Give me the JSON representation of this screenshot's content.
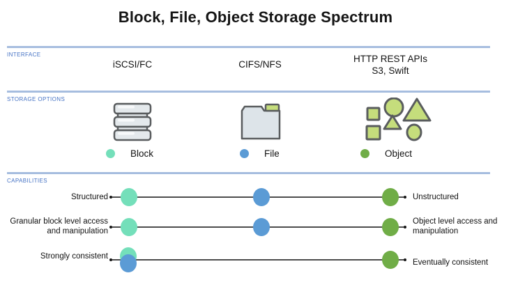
{
  "title": "Block, File, Object Storage Spectrum",
  "colors": {
    "rule": "#a6bddf",
    "section-label": "#4472c4",
    "block": "#74dfba",
    "file": "#5b9bd5",
    "object": "#70ad47",
    "line": "#4c4c4c",
    "shape-fill": "#c5dd7c",
    "shape-stroke": "#595c5e",
    "disk-fill": "#e4e9ec",
    "folder-fill": "#dde4e9"
  },
  "interface": {
    "label": "INTERFACE",
    "columns": [
      {
        "lines": [
          "iSCSI/FC"
        ]
      },
      {
        "lines": [
          "CIFS/NFS"
        ]
      },
      {
        "lines": [
          "HTTP REST APIs",
          "S3, Swift"
        ]
      }
    ]
  },
  "storage": {
    "label": "STORAGE OPTIONS",
    "icons": [
      {
        "name": "database-stack-icon",
        "for": "Block"
      },
      {
        "name": "folder-icon",
        "for": "File"
      },
      {
        "name": "shapes-cluster-icon",
        "for": "Object"
      }
    ],
    "legend": [
      {
        "label": "Block"
      },
      {
        "label": "File"
      },
      {
        "label": "Object"
      }
    ]
  },
  "capabilities": {
    "label": "CAPABILITIES",
    "rows": [
      {
        "left": "Structured",
        "right": "Unstructured",
        "dots": [
          "block",
          "file",
          "object"
        ]
      },
      {
        "left": "Granular block level access and manipulation",
        "right": "Object level access and manipulation",
        "dots": [
          "block",
          "file",
          "object"
        ]
      },
      {
        "left": "Strongly consistent",
        "right": "Eventually consistent",
        "dots": [
          "block+file",
          "object"
        ]
      }
    ]
  }
}
